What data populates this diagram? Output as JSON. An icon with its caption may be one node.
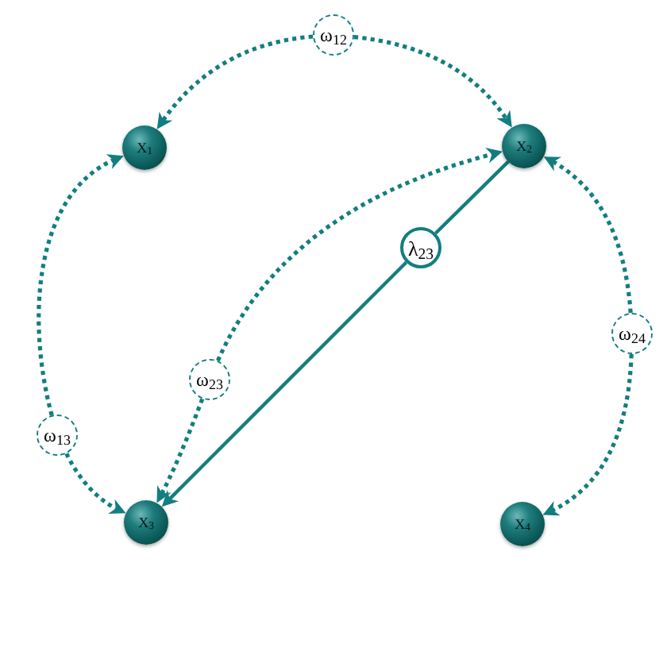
{
  "diagram": {
    "nodes": [
      {
        "text": [
          "X$_{1}$"
        ]
      },
      {
        "text": [
          "X$_{2}$"
        ]
      },
      {
        "text": [
          "X$_{3}$"
        ]
      },
      {
        "text": [
          "X$_{4}$"
        ]
      },
      {
        "text": [
          "ω$_{12}$"
        ]
      },
      {
        "text": [
          "ω$_{13}$"
        ]
      },
      {
        "text": [
          "ω$_{23}$"
        ]
      },
      {
        "text": [
          "ω$_{24}$"
        ]
      },
      {
        "text": [
          "λ$_{23}$"
        ]
      }
    ],
    "edges": [
      {
        "from": 4,
        "to": 0,
        "arrow": "to",
        "style": "dashed"
      },
      {
        "from": 4,
        "to": 1,
        "arrow": "to",
        "style": "dashed"
      },
      {
        "from": 5,
        "to": 0,
        "arrow": "to",
        "style": "dashed"
      },
      {
        "from": 5,
        "to": 2,
        "arrow": "to",
        "style": "dashed"
      },
      {
        "from": 6,
        "to": 1,
        "arrow": "to",
        "style": "dashed"
      },
      {
        "from": 6,
        "to": 2,
        "arrow": "to",
        "style": "dashed"
      },
      {
        "from": 7,
        "to": 1,
        "arrow": "to",
        "style": "dashed"
      },
      {
        "from": 7,
        "to": 3,
        "arrow": "to",
        "style": "dashed"
      },
      {
        "from": 1,
        "to": 8,
        "arrow": "none"
      },
      {
        "from": 8,
        "to": 2,
        "arrow": "to"
      }
    ]
  }
}
